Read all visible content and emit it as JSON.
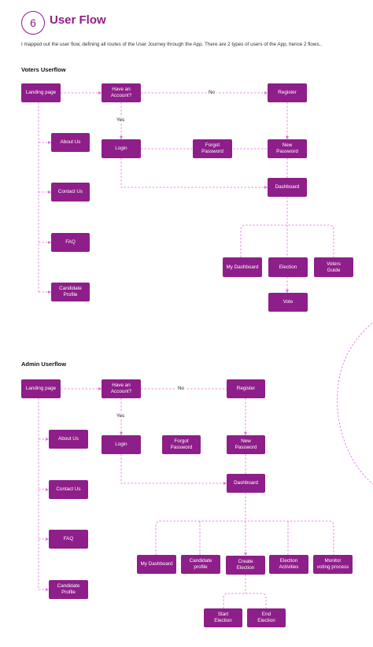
{
  "header": {
    "number": "6",
    "title": "User Flow"
  },
  "intro": "I mapped out the  user flow, defining all routes  of the User Journey through the App. There are 2 types of users  of the App, hence  2 flows..",
  "voters": {
    "title": "Voters Userflow",
    "landing": "Landing page",
    "have_account": "Have an\nAccount?",
    "register": "Register",
    "login": "Login",
    "forgot": "Forgot\nPassword",
    "new_password": "New\nPassword",
    "dashboard": "Dashboard",
    "about": "About Us",
    "contact": "Contact Us",
    "faq": "FAQ",
    "candidate": "Candidate\nProfile",
    "my_dashboard": "My Dashboard",
    "election": "Election",
    "voters_guide": "Voters\nGuide",
    "vote": "Vote",
    "yes": "Yes",
    "no": "No"
  },
  "admin": {
    "title": "Admin Userflow",
    "landing": "Landing page",
    "have_account": "Have an\nAccount?",
    "register": "Register",
    "login": "Login",
    "forgot": "Forgot\nPassword",
    "new_password": "New\nPassword",
    "dashboard": "Dashboard",
    "about": "About Us",
    "contact": "Contact Us",
    "faq": "FAQ",
    "candidate": "Candidate\nProfile",
    "my_dashboard": "My Dashboard",
    "candidate_profile": "Candidate\nprofile",
    "create_election": "Create\nElection",
    "election_activities": "Election\nActivities",
    "monitor": "Monitor\nvoting  process",
    "start_election": "Start\nElection",
    "end_election": "End\nElection",
    "yes": "Yes",
    "no": "No"
  },
  "colors": {
    "accent": "#8e1e89",
    "connector": "#e26be0"
  }
}
